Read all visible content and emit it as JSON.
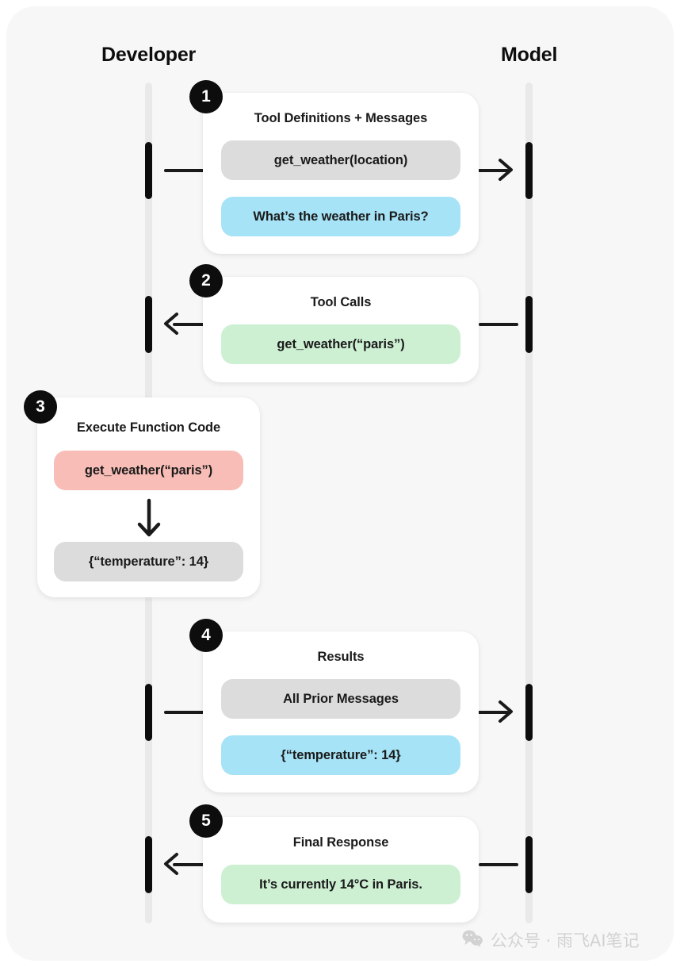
{
  "columns": {
    "left": "Developer",
    "right": "Model"
  },
  "steps": [
    {
      "number": "1",
      "title": "Tool Definitions + Messages",
      "pills": [
        {
          "text": "get_weather(location)",
          "tone": "gray"
        },
        {
          "text": "What’s the weather in Paris?",
          "tone": "blue"
        }
      ],
      "direction": "right"
    },
    {
      "number": "2",
      "title": "Tool Calls",
      "pills": [
        {
          "text": "get_weather(“paris”)",
          "tone": "green"
        }
      ],
      "direction": "left"
    },
    {
      "number": "3",
      "title": "Execute Function Code",
      "pills": [
        {
          "text": "get_weather(“paris”)",
          "tone": "pink"
        },
        {
          "text": "{“temperature”: 14}",
          "tone": "gray"
        }
      ],
      "direction": "down"
    },
    {
      "number": "4",
      "title": "Results",
      "pills": [
        {
          "text": "All Prior Messages",
          "tone": "gray"
        },
        {
          "text": "{“temperature”: 14}",
          "tone": "blue"
        }
      ],
      "direction": "right"
    },
    {
      "number": "5",
      "title": "Final Response",
      "pills": [
        {
          "text": "It’s currently 14°C in Paris.",
          "tone": "green"
        }
      ],
      "direction": "left"
    }
  ],
  "watermark": {
    "text": "公众号 · 雨飞AI笔记",
    "icon": "wechat-icon"
  },
  "colors": {
    "background": "#f7f7f7",
    "card": "#ffffff",
    "ink": "#0d0d0d",
    "lifeline": "#e9e9e9",
    "gray_pill": "#dcdcdc",
    "blue_pill": "#a6e3f6",
    "green_pill": "#cdf0d3",
    "pink_pill": "#f8bdb6"
  }
}
